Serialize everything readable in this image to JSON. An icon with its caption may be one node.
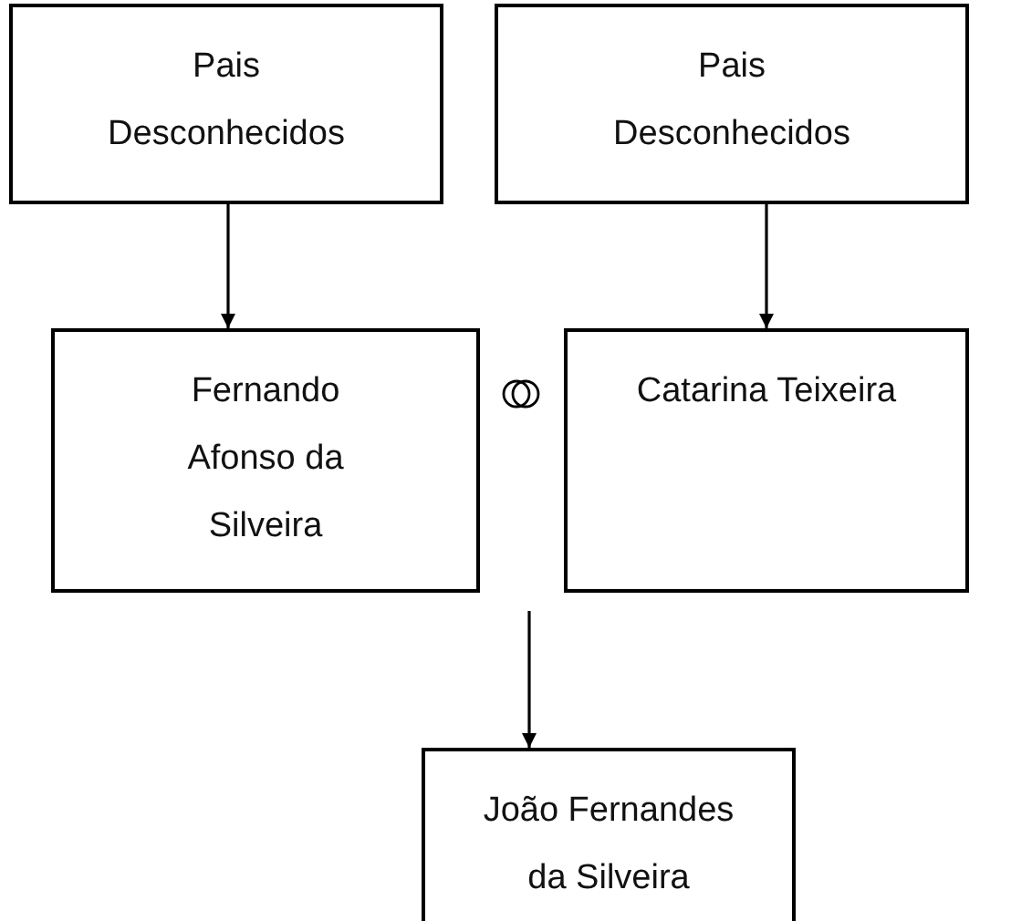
{
  "diagram": {
    "nodes": [
      {
        "text": [
          "Pais Desconhecidos"
        ]
      },
      {
        "text": [
          "Pais Desconhecidos"
        ]
      },
      {
        "text": [
          "Fernando Afonso da Silveira"
        ]
      },
      {
        "text": [
          "Catarina Teixeira"
        ]
      },
      {
        "text": [
          "João Fernandes da Silveira"
        ]
      }
    ],
    "edges": [
      {
        "from": 0,
        "to": 2,
        "arrow": "to"
      },
      {
        "from": 1,
        "to": 3,
        "arrow": "to"
      },
      {
        "from": null,
        "to": 4,
        "arrow": "to"
      }
    ]
  }
}
